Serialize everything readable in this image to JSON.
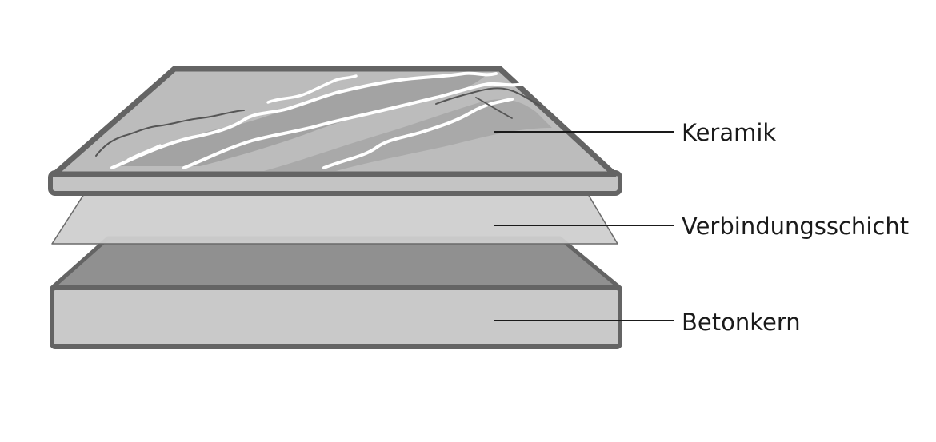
{
  "diagram": {
    "labels": {
      "ceramic": "Keramik",
      "bonding_layer": "Verbindungsschicht",
      "concrete_core": "Betonkern"
    }
  }
}
